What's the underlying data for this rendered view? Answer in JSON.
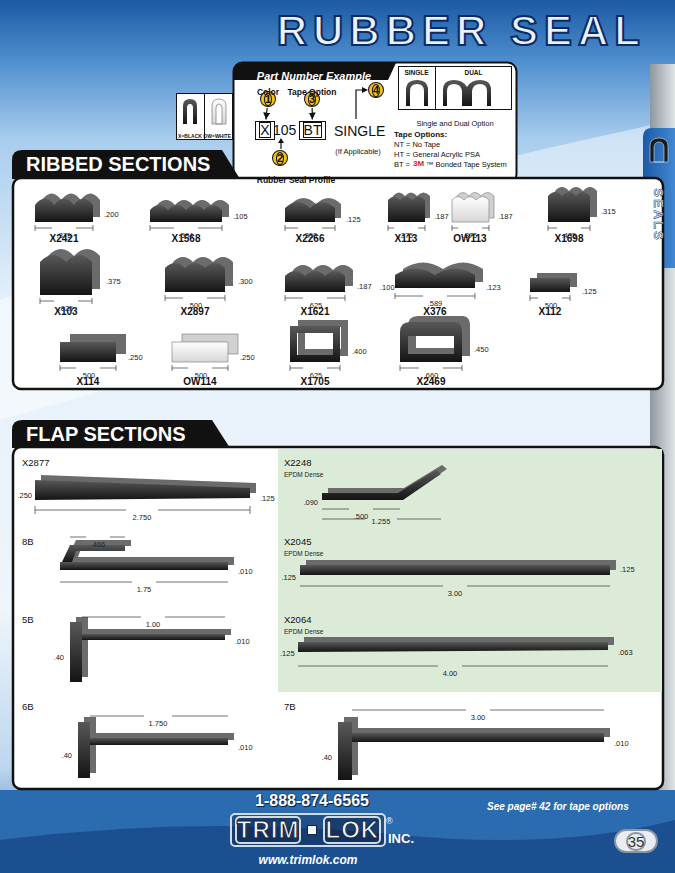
{
  "diagram": {
    "title": "RUBBER SEAL",
    "nodes": [
      {
        "text": [
          "X=BLACK",
          "OW=WHITE"
        ]
      },
      {
        "text": [
          "Part Number Example"
        ]
      },
      {
        "text": [
          "1"
        ],
        "in": 1
      },
      {
        "text": [
          "3"
        ],
        "in": 1
      },
      {
        "text": [
          "4"
        ],
        "in": 1
      },
      {
        "text": [
          "SINGLE"
        ],
        "in": 1
      },
      {
        "text": [
          "DUAL"
        ],
        "in": 1
      },
      {
        "text": [
          "X"
        ],
        "in": 1
      },
      {
        "text": [
          "BT"
        ],
        "in": 1
      },
      {
        "text": [
          "2"
        ],
        "in": 1
      },
      {
        "text": [
          "SEALS"
        ]
      },
      {
        "text": [
          "RIBBED SECTIONS"
        ]
      },
      {
        "text": [
          "X2421",
          ".375",
          ".200"
        ],
        "in": 11
      },
      {
        "text": [
          "X1568",
          ".594",
          ".105"
        ],
        "in": 11
      },
      {
        "text": [
          "X2266",
          ".350",
          ".125"
        ],
        "in": 11
      },
      {
        "text": [
          "X113",
          "OW113",
          ".375",
          ".187",
          ".375",
          ".187"
        ],
        "in": 11
      },
      {
        "text": [
          "X1698",
          ".435",
          ".315"
        ],
        "in": 11
      },
      {
        "text": [
          "X103",
          ".625",
          ".375"
        ],
        "in": 11
      },
      {
        "text": [
          "X2897",
          ".500",
          ".300"
        ],
        "in": 11
      },
      {
        "text": [
          "X1621",
          ".625",
          ".187"
        ],
        "in": 11
      },
      {
        "text": [
          "X376",
          ".589",
          ".100",
          ".123"
        ],
        "in": 11
      },
      {
        "text": [
          "X112",
          ".500",
          ".125"
        ],
        "in": 11
      },
      {
        "text": [
          "X114",
          "OW114",
          ".500",
          ".250",
          ".500",
          ".250"
        ],
        "in": 11
      },
      {
        "text": [
          "X1705",
          ".625",
          ".400"
        ],
        "in": 11
      },
      {
        "text": [
          "X2469",
          ".660",
          ".450"
        ],
        "in": 11
      },
      {
        "text": [
          "FLAP SECTIONS"
        ]
      },
      {
        "text": [
          "X2877",
          ".250",
          ".125",
          "2.750"
        ],
        "in": 25
      },
      {
        "text": [
          "X2248",
          "EPDM Dense",
          ".090",
          ".500",
          "1.255"
        ],
        "in": 25
      },
      {
        "text": [
          "8B",
          ".466",
          ".010",
          "1.75"
        ],
        "in": 25
      },
      {
        "text": [
          "X2045",
          "EPDM Dense",
          ".125",
          ".125",
          "3.00"
        ],
        "in": 25
      },
      {
        "text": [
          "5B",
          "1.00",
          ".40",
          ".010"
        ],
        "in": 25
      },
      {
        "text": [
          "X2064",
          "EPDM Dense",
          ".125",
          ".063",
          "4.00"
        ],
        "in": 25
      },
      {
        "text": [
          "6B",
          "1.750",
          ".40",
          ".010"
        ],
        "in": 25
      },
      {
        "text": [
          "7B",
          "3.00",
          ".40",
          ".010"
        ],
        "in": 25
      },
      {
        "text": [
          "TRIM",
          "LOK"
        ]
      },
      {
        "text": [
          "35"
        ]
      }
    ],
    "edges": [
      {
        "from": 2,
        "to": 7,
        "arrow": "to"
      },
      {
        "from": 3,
        "to": 8,
        "arrow": "to"
      }
    ],
    "labels": [
      "Color",
      "Tape Option",
      "105",
      "SINGLE",
      "(If Applicable)",
      "Rubber Seal Profile",
      "Single and Dual Option",
      "Tape Options:",
      "NT = No Tape",
      "HT = General Acrylic PSA",
      "BT =",
      "3M",
      "™ Bonded Tape System",
      "See page# 42 for tape options",
      "1-888-874-6565",
      "®",
      "INC.",
      "www.trimlok.com"
    ]
  }
}
